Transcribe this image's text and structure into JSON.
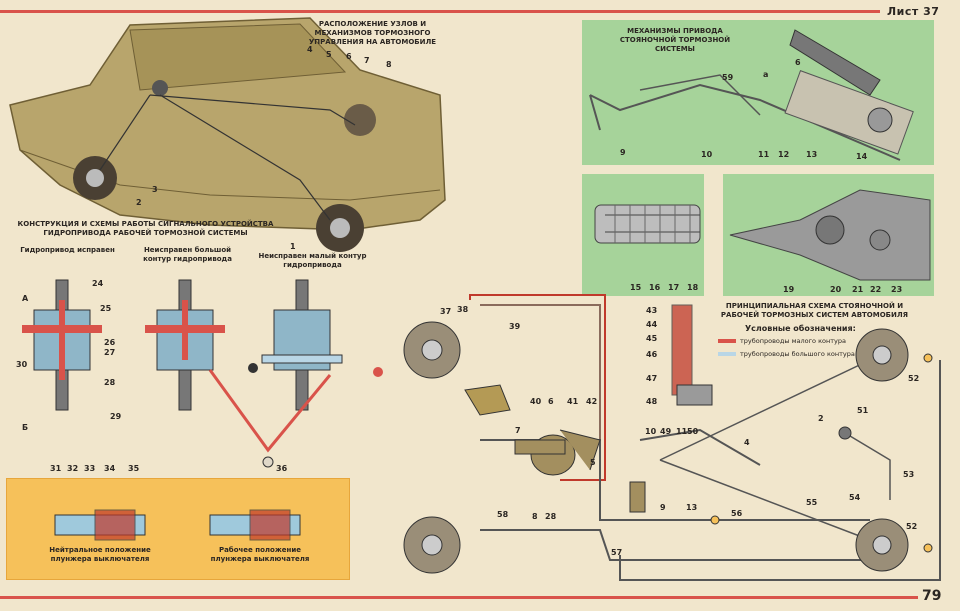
{
  "header": {
    "sheet_label": "Лист 37"
  },
  "footer": {
    "page_number": "79"
  },
  "captions": {
    "car_layout": "РАСПОЛОЖЕНИЕ УЗЛОВ И МЕХАНИЗМОВ ТОРМОЗНОГО УПРАВЛЕНИЯ НА АВТОМОБИЛЕ",
    "parking_mechanisms": "МЕХАНИЗМЫ ПРИВОДА СТОЯНОЧНОЙ ТОРМОЗНОЙ СИСТЕМЫ",
    "signal_device": "КОНСТРУКЦИЯ И СХЕМЫ РАБОТЫ СИГНАЛЬНОГО УСТРОЙСТВА ГИДРОПРИВОДА РАБОЧЕЙ ТОРМОЗНОЙ СИСТЕМЫ",
    "principal_scheme": "ПРИНЦИПИАЛЬНАЯ СХЕМА СТОЯНОЧНОЙ И РАБОЧЕЙ ТОРМОЗНЫХ СИСТЕМ АВТОМОБИЛЯ",
    "state_ok": "Гидропривод исправен",
    "state_big_fault": "Неисправен большой контур гидропривода",
    "state_small_fault": "Неисправен малый контур гидропривода",
    "neutral_position": "Нейтральное положение плунжера выключателя",
    "working_position": "Рабочее положение плунжера выключателя"
  },
  "legend": {
    "title": "Условные обозначения:",
    "items": [
      {
        "label": "трубопроводы малого контура",
        "color": "#d9534a"
      },
      {
        "label": "трубопроводы большого контура",
        "color": "#b9d6e6"
      }
    ]
  },
  "part_numbers": {
    "car": [
      "1",
      "2",
      "3",
      "4",
      "5",
      "6",
      "7",
      "8"
    ],
    "parking": [
      "6",
      "59",
      "a",
      "9",
      "10",
      "11",
      "12",
      "13",
      "14"
    ],
    "cable": [
      "15",
      "16",
      "17",
      "18"
    ],
    "lever": [
      "19",
      "20",
      "21",
      "22",
      "23"
    ],
    "signal": [
      "A",
      "24",
      "25",
      "26",
      "27",
      "28",
      "29",
      "30",
      "Б"
    ],
    "switch": [
      "31",
      "32",
      "33",
      "34",
      "35",
      "36"
    ],
    "cylinder": [
      "43",
      "44",
      "45",
      "46",
      "47",
      "48"
    ],
    "scheme": [
      "37",
      "38",
      "39",
      "40",
      "6",
      "41",
      "42",
      "7",
      "5",
      "8",
      "28",
      "58",
      "57",
      "10",
      "49",
      "11",
      "50",
      "4",
      "9",
      "13",
      "56",
      "55",
      "2",
      "51",
      "53",
      "54",
      "52",
      "52"
    ]
  },
  "colors": {
    "background": "#f1e6cc",
    "accent_red": "#d9534a",
    "car_body": "#b8a56c",
    "green_panel": "#a6d39a",
    "orange_panel": "#f6c15a",
    "fluid_blue": "#9fc9dc"
  }
}
